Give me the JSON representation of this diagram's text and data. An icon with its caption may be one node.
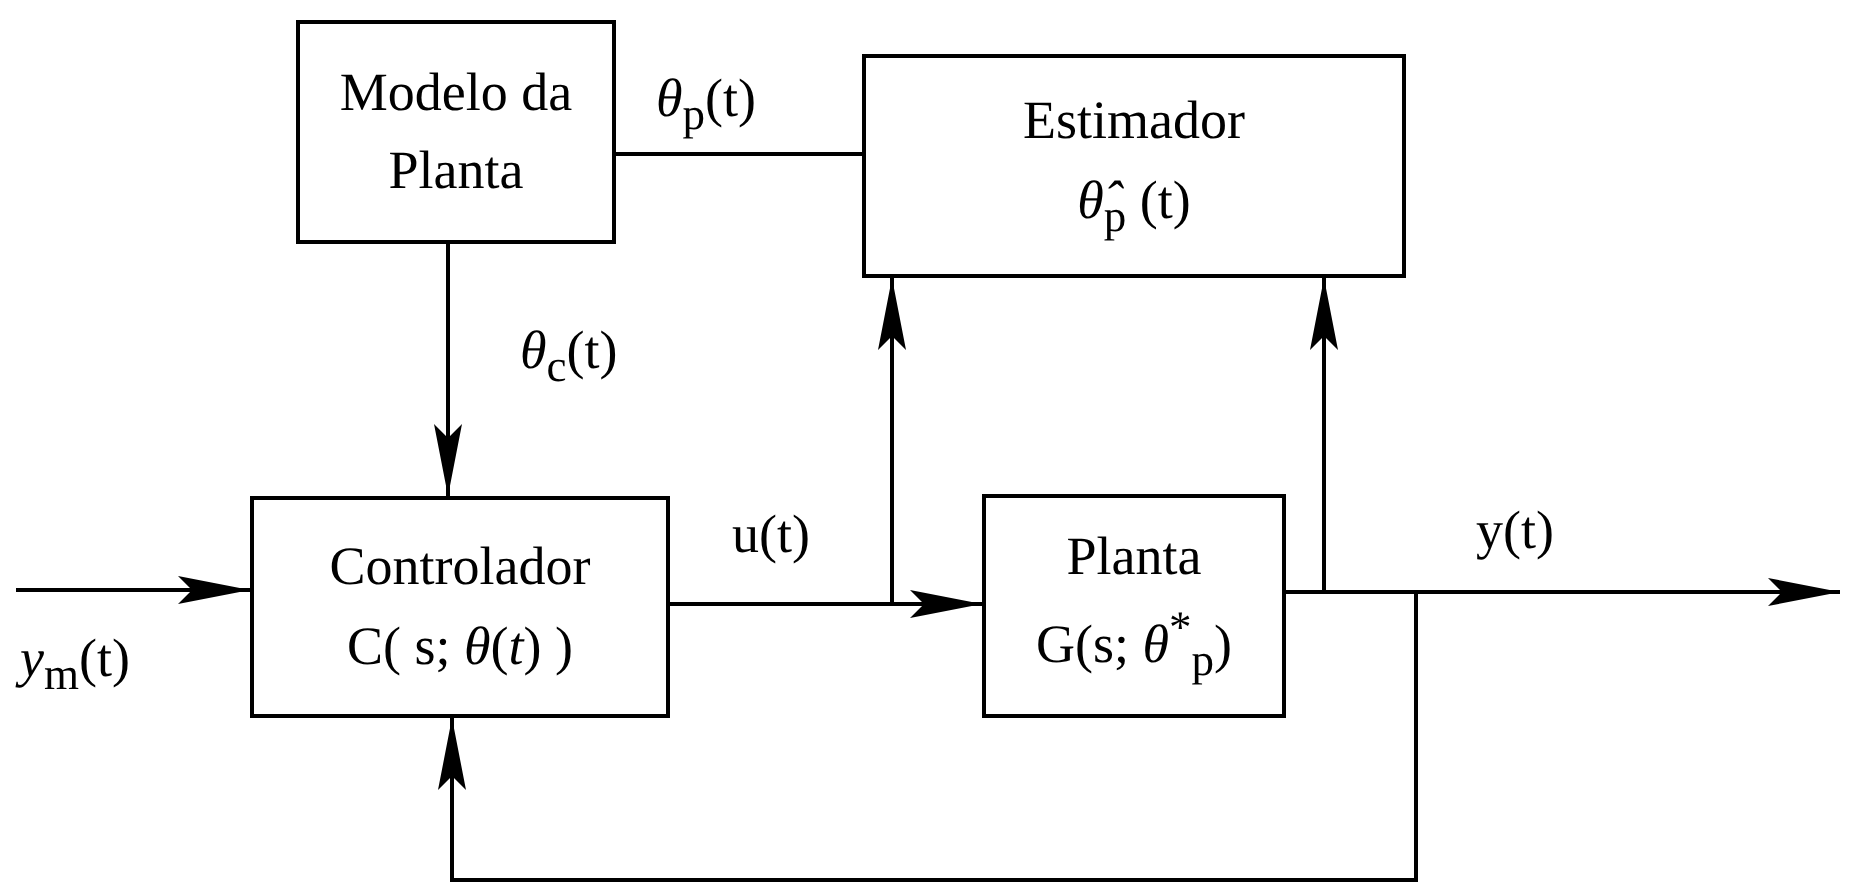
{
  "diagram": {
    "nodes": [
      {
        "text": [
          "Modelo da Planta"
        ]
      },
      {
        "text": [
          "Estimador",
          "*θ̂*$_{p}$ (t)"
        ]
      },
      {
        "text": [
          "Controlador",
          "C( s; *θ*(*t*) )"
        ]
      },
      {
        "text": [
          "Planta",
          "G(s;  *θ*$^{*}$$_{p}$)"
        ]
      }
    ],
    "edges": [
      {
        "from": null,
        "to": 2,
        "arrow": "to",
        "label": "*y*$_{m}$(t)"
      },
      {
        "from": 0,
        "to": 1,
        "arrow": "none",
        "label": "*θ*$_{p}$(t)"
      },
      {
        "from": 0,
        "to": 2,
        "arrow": "to",
        "label": "*θ*$_{c}$(t)"
      },
      {
        "from": 2,
        "to": 3,
        "arrow": "to",
        "label": "u(t)"
      },
      {
        "from": 2,
        "to": 1,
        "arrow": "to"
      },
      {
        "from": 3,
        "to": null,
        "arrow": "to",
        "label": "y(t)"
      },
      {
        "from": 3,
        "to": 1,
        "arrow": "to"
      },
      {
        "from": 3,
        "to": 2,
        "arrow": "to"
      }
    ]
  }
}
